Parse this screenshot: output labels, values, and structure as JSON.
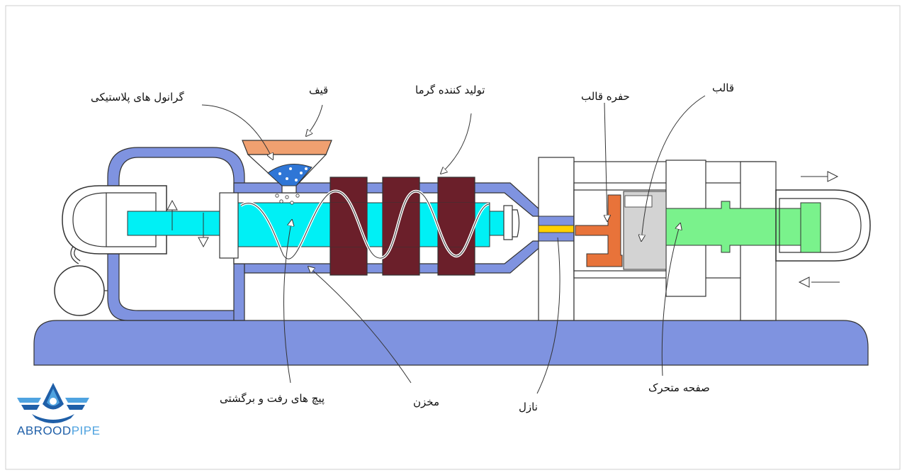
{
  "labels": {
    "granules": "گرانول های پلاستیکی",
    "hopper": "قیف",
    "heater": "تولید کننده گرما",
    "mold_cavity": "حفره قالب",
    "mold": "قالب",
    "screw": "پیچ های رفت و برگشتی",
    "barrel": "مخزن",
    "nozzle": "نازل",
    "moving_platen": "صفحه متحرک"
  },
  "logo": {
    "part1": "ABROOD",
    "part2": "PIPE"
  },
  "colors": {
    "frame": "#7f93e0",
    "plastic": "#00f0f5",
    "heater": "#6b1f2a",
    "hopper": "#f0a070",
    "cavity": "#e8733a",
    "melt": "#ffd100",
    "mold_insert": "#d3d3d3",
    "ejector": "#7af28c",
    "logo_dark": "#1f5fa8",
    "logo_light": "#4fa3e0"
  }
}
